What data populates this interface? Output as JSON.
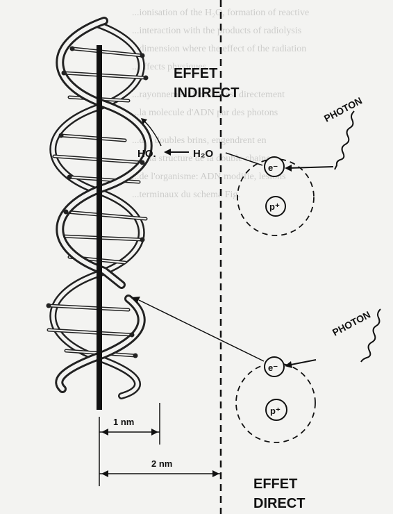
{
  "labels": {
    "effect_indirect_line1": "EFFET",
    "effect_indirect_line2": "INDIRECT",
    "effect_direct_line1": "EFFET",
    "effect_direct_line2": "DIRECT",
    "photon_top": "PHOTON",
    "photon_bottom": "PHOTON",
    "ho_radical": "HO.",
    "water": "H₂O",
    "electron": "e⁻",
    "proton": "p⁺",
    "scale_1nm": "1 nm",
    "scale_2nm": "2 nm"
  },
  "background_text_lines": [
    "...ionisation of the H₂O, formation of reactive",
    "...interaction with the products of radiolysis",
    "...dimension where the effect of the radiation",
    "...effects physiques",
    "...rayonnement ionisant est directement",
    "...la molecule d'ADN par des photons",
    "...des doubles brins, engendrent en",
    "...ni la structure de la double chaine",
    "...de l'organisme: ADN modifie, lesions",
    "...terminaux du schema Fig."
  ]
}
